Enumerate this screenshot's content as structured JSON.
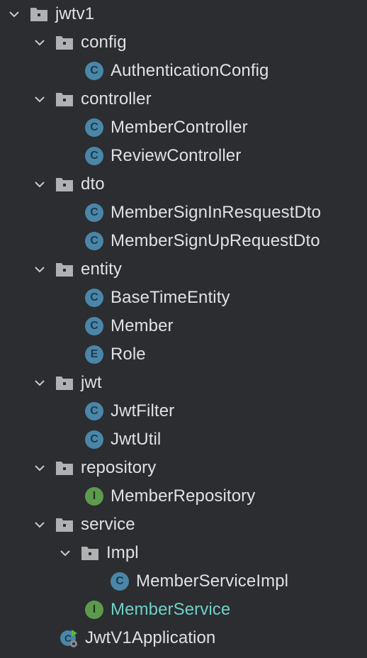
{
  "tree": {
    "root": "jwtv1",
    "config": {
      "folder": "config",
      "files": [
        "AuthenticationConfig"
      ]
    },
    "controller": {
      "folder": "controller",
      "files": [
        "MemberController",
        "ReviewController"
      ]
    },
    "dto": {
      "folder": "dto",
      "files": [
        "MemberSignInResquestDto",
        "MemberSignUpRequestDto"
      ]
    },
    "entity": {
      "folder": "entity",
      "files": [
        "BaseTimeEntity",
        "Member",
        "Role"
      ]
    },
    "jwt": {
      "folder": "jwt",
      "files": [
        "JwtFilter",
        "JwtUtil"
      ]
    },
    "repository": {
      "folder": "repository",
      "files": [
        "MemberRepository"
      ]
    },
    "service": {
      "folder": "service",
      "impl_folder": "Impl",
      "impl_files": [
        "MemberServiceImpl"
      ],
      "files": [
        "MemberService"
      ]
    },
    "app": "JwtV1Application"
  },
  "icon_letters": {
    "class": "C",
    "enum": "E",
    "interface": "I"
  },
  "colors": {
    "background": "#2b2d30",
    "text": "#dfe1e5",
    "modified_text": "#6fd1c8",
    "class_icon": "#4a86a8",
    "interface_icon": "#5e9a4e",
    "folder_icon": "#afb1b3"
  }
}
